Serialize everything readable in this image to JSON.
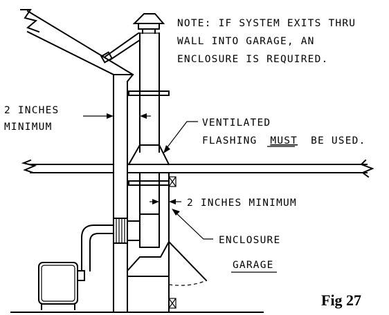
{
  "note": {
    "line1": "NOTE: IF SYSTEM EXITS THRU",
    "line2": "WALL INTO GARAGE, AN",
    "line3": "ENCLOSURE IS REQUIRED."
  },
  "labels": {
    "clearance_top_line1": "2 INCHES",
    "clearance_top_line2": "MINIMUM",
    "ventilated_line1": "VENTILATED",
    "ventilated_line2_a": "FLASHING",
    "ventilated_line2_b": "MUST",
    "ventilated_line2_c": "BE USED.",
    "clearance_bottom": "2 INCHES MINIMUM",
    "enclosure": "ENCLOSURE",
    "garage": "GARAGE"
  },
  "figure_label": "Fig 27"
}
